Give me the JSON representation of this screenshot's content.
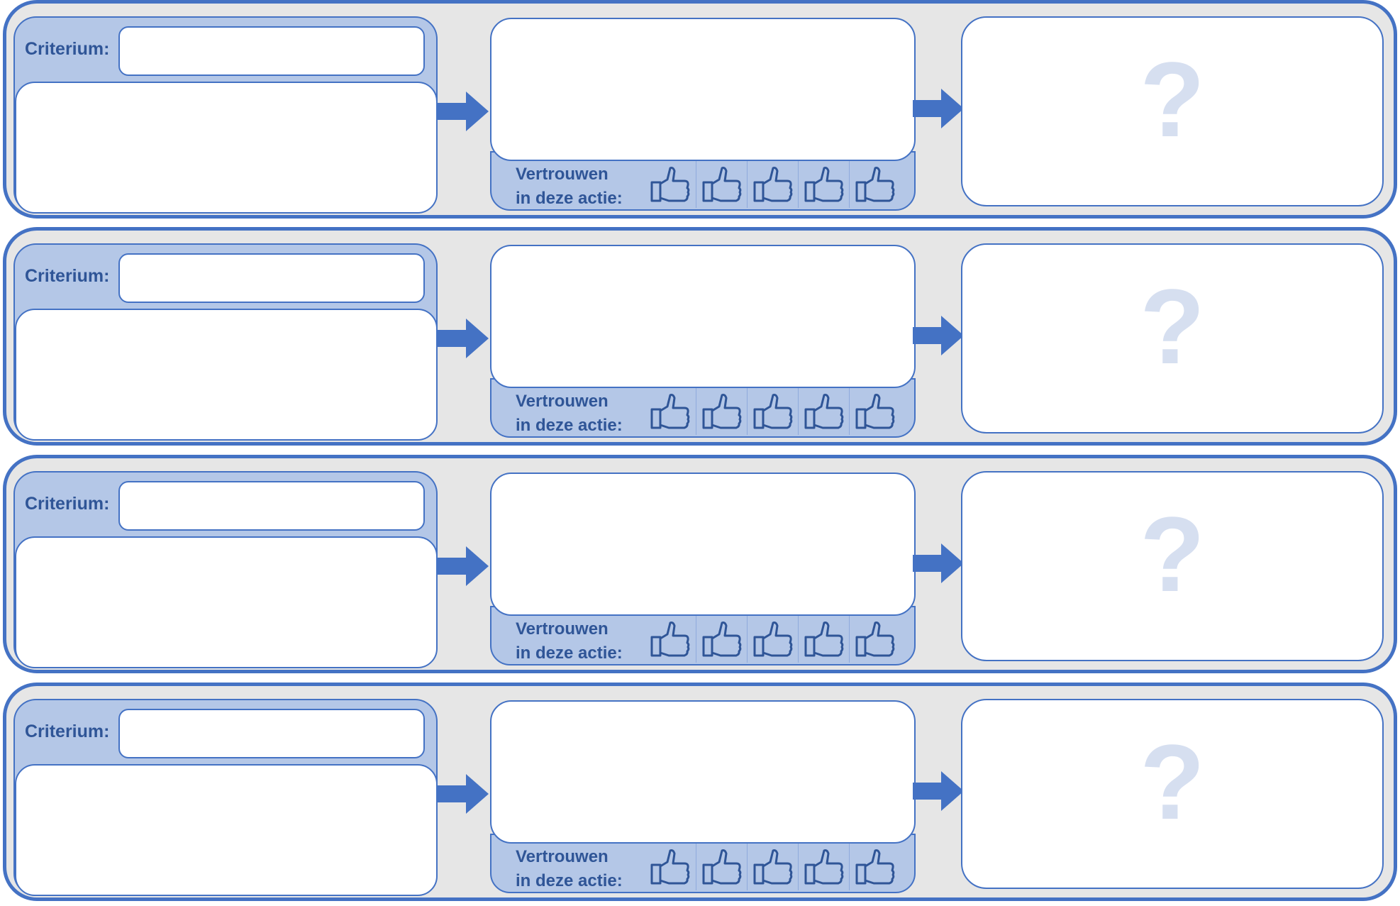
{
  "colors": {
    "border": "#4472c4",
    "panel_fill": "#b4c7e7",
    "row_background": "#e6e6e6",
    "label_text": "#2f5597",
    "question_mark": "#d6dff0"
  },
  "rows": [
    {
      "criterium_label": "Criterium:",
      "trust_label_line1": "Vertrouwen",
      "trust_label_line2": "in deze actie:",
      "result_symbol": "?",
      "trust_rating_max": 5
    },
    {
      "criterium_label": "Criterium:",
      "trust_label_line1": "Vertrouwen",
      "trust_label_line2": "in deze actie:",
      "result_symbol": "?",
      "trust_rating_max": 5
    },
    {
      "criterium_label": "Criterium:",
      "trust_label_line1": "Vertrouwen",
      "trust_label_line2": "in deze actie:",
      "result_symbol": "?",
      "trust_rating_max": 5
    },
    {
      "criterium_label": "Criterium:",
      "trust_label_line1": "Vertrouwen",
      "trust_label_line2": "in deze actie:",
      "result_symbol": "?",
      "trust_rating_max": 5
    }
  ],
  "icons": {
    "arrow": "right-arrow-icon",
    "thumb": "thumbs-up-icon"
  }
}
